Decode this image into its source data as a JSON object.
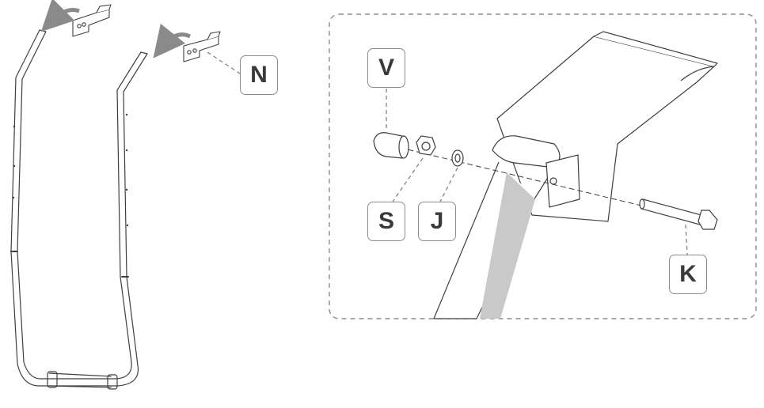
{
  "labels": {
    "n": "N",
    "v": "V",
    "s": "S",
    "j": "J",
    "k": "K"
  },
  "colors": {
    "line": "#3f3f3f",
    "dashed": "#8c8c8c",
    "arrow": "#8a8a8a",
    "shade": "#c9c9c9",
    "label_text": "#3a3a3a"
  }
}
